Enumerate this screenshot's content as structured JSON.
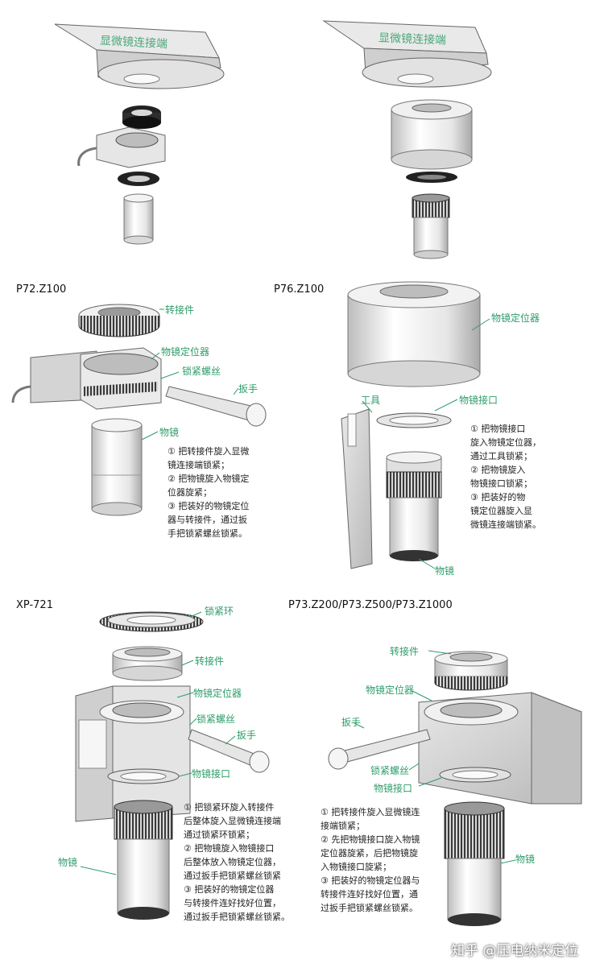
{
  "top": {
    "left_engraving": "显微镜连接端",
    "right_engraving": "显微镜连接端"
  },
  "panels": {
    "p72": {
      "model": "P72.Z100",
      "labels": {
        "adapter": "转接件",
        "locator": "物镜定位器",
        "screw": "锁紧螺丝",
        "wrench": "扳手",
        "objective": "物镜"
      },
      "instructions": [
        "① 把转接件旋入显微",
        "镜连接端锁紧；",
        "② 把物镜旋入物镜定",
        "位器旋紧；",
        "③ 把装好的物镜定位",
        "器与转接件，通过扳",
        "手把锁紧螺丝锁紧。"
      ]
    },
    "p76": {
      "model": "P76.Z100",
      "labels": {
        "locator": "物镜定位器",
        "tool": "工具",
        "interface": "物镜接口",
        "objective": "物镜"
      },
      "instructions": [
        "① 把物镜接口",
        "旋入物镜定位器，",
        "通过工具锁紧；",
        "② 把物镜旋入",
        "物镜接口锁紧；",
        "③ 把装好的物",
        "镜定位器旋入显",
        "微镜连接端锁紧。"
      ]
    },
    "xp721": {
      "model": "XP-721",
      "labels": {
        "lockring": "锁紧环",
        "adapter": "转接件",
        "locator": "物镜定位器",
        "screw": "锁紧螺丝",
        "wrench": "扳手",
        "interface": "物镜接口",
        "objective": "物镜"
      },
      "instructions": [
        "① 把锁紧环旋入转接件",
        "后整体旋入显微镜连接端",
        "通过锁紧环锁紧；",
        "② 把物镜旋入物镜接口",
        "后整体放入物镜定位器，",
        "通过扳手把锁紧螺丝锁紧",
        "③ 把装好的物镜定位器",
        "与转接件连好找好位置，",
        "通过扳手把锁紧螺丝锁紧。"
      ]
    },
    "p73": {
      "model": "P73.Z200/P73.Z500/P73.Z1000",
      "labels": {
        "adapter": "转接件",
        "locator": "物镜定位器",
        "wrench": "扳手",
        "screw": "锁紧螺丝",
        "interface": "物镜接口",
        "objective": "物镜"
      },
      "instructions": [
        "① 把转接件旋入显微镜连",
        "接端锁紧；",
        "② 先把物镜接口旋入物镜",
        "定位器旋紧，后把物镜旋",
        "入物镜接口旋紧；",
        "③ 把装好的物镜定位器与",
        "转接件连好找好位置，通",
        "过扳手把锁紧螺丝锁紧。"
      ]
    }
  },
  "watermark": "知乎 @压电纳米定位",
  "colors": {
    "label": "#2e9c6a",
    "engraving": "#49a87a",
    "part_light": "#f2f2f2",
    "part_mid": "#dcdcdc",
    "part_dark": "#9a9a9a",
    "ring_dark": "#2b2b2b",
    "mounting_block": "#c9c9c9"
  }
}
